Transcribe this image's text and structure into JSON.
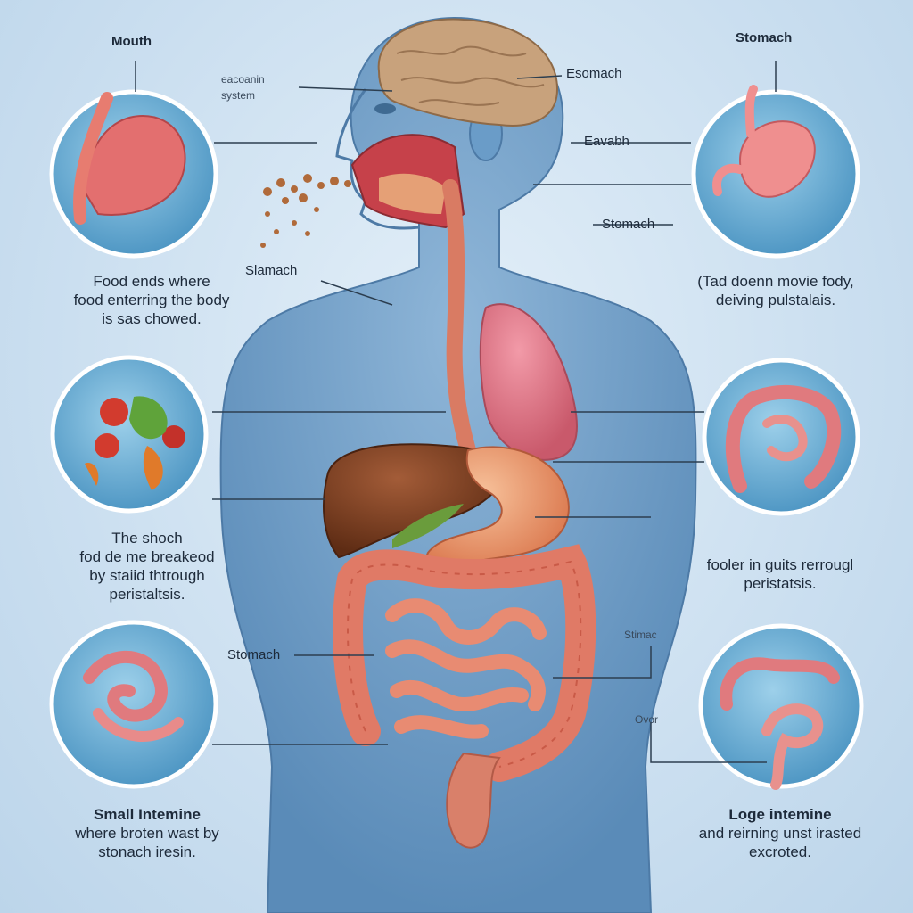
{
  "colors": {
    "background": "#cfe2f1",
    "body": "#6f9fc7",
    "circle_fill": "#6fb1d6",
    "circle_ring": "#ffffff",
    "intestine": "#e07a66",
    "liver": "#7b3e22",
    "lung": "#dc6e7e",
    "stomach": "#e8956c",
    "brain": "#c8a27c",
    "line": "#2c3e50"
  },
  "labels": {
    "mouth": "Mouth",
    "stomach_top_right": "Stomach",
    "digestive_system": [
      "eacoanin",
      "system"
    ],
    "esophagus_top": "Esomach",
    "eavabh": "Eavabh",
    "stomach_right": "Stomach",
    "slamach": "Slamach",
    "stomach_mid_left": "Stomach",
    "stimac": "Stimac",
    "ovor": "Ovor"
  },
  "captions": {
    "mouth": [
      "Food ends where",
      "food enterring the body",
      "is sas chowed."
    ],
    "stomach_right": [
      "(Tad doenn movie fody,",
      "deiving pulstalais."
    ],
    "stomach_left": [
      "The shoch",
      "fod de me breakeod",
      "by staiid thtrough",
      "peristaltsis."
    ],
    "intestine_right": [
      "fooler in guits rerrougl",
      "peristatsis."
    ],
    "small_intestine": [
      "Small Intemine",
      "where broten wast by",
      "stonach iresin."
    ],
    "large_intestine": [
      "Loge intemine",
      "and reirning unst irasted",
      "excroted."
    ]
  },
  "icons": [
    "stomach-illustration",
    "food-illustration",
    "small-intestine-illustration",
    "colon-illustration",
    "large-intestine-illustration",
    "human-torso-illustration",
    "brain-illustration",
    "liver-illustration",
    "lung-illustration",
    "food-particles-illustration"
  ]
}
